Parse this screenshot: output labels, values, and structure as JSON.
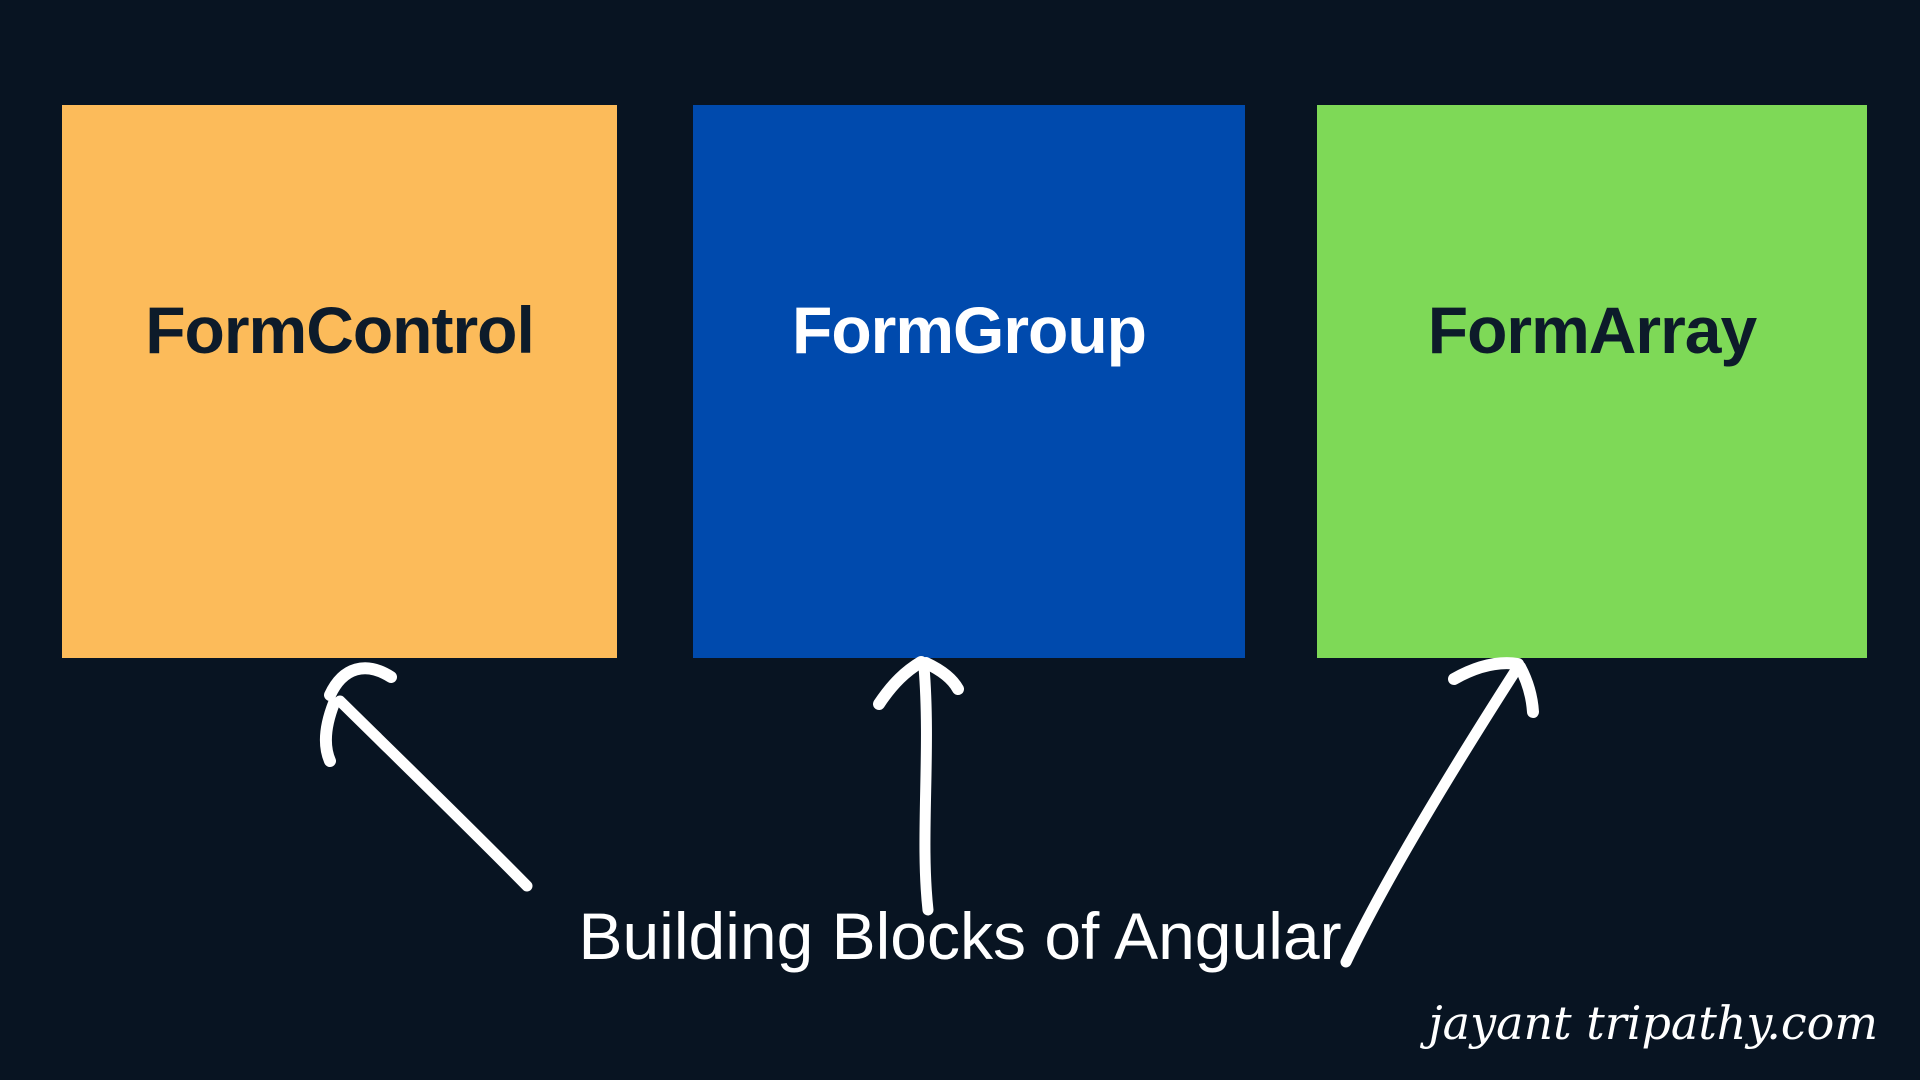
{
  "canvas": {
    "background": "#081422"
  },
  "blocks": [
    {
      "label": "FormControl",
      "bg": "#FCBB5A",
      "text_color": "#0D1B2A"
    },
    {
      "label": "FormGroup",
      "bg": "#004AAD",
      "text_color": "#FFFFFF"
    },
    {
      "label": "FormArray",
      "bg": "#7ED957",
      "text_color": "#0D1B2A"
    }
  ],
  "caption": {
    "text": "Building Blocks of Angular",
    "color": "#FFFFFF"
  },
  "arrows": {
    "color": "#FFFFFF",
    "targets": [
      "FormControl",
      "FormGroup",
      "FormArray"
    ]
  },
  "watermark": {
    "text": "jayant tripathy.com",
    "color": "#FFFFFF"
  }
}
